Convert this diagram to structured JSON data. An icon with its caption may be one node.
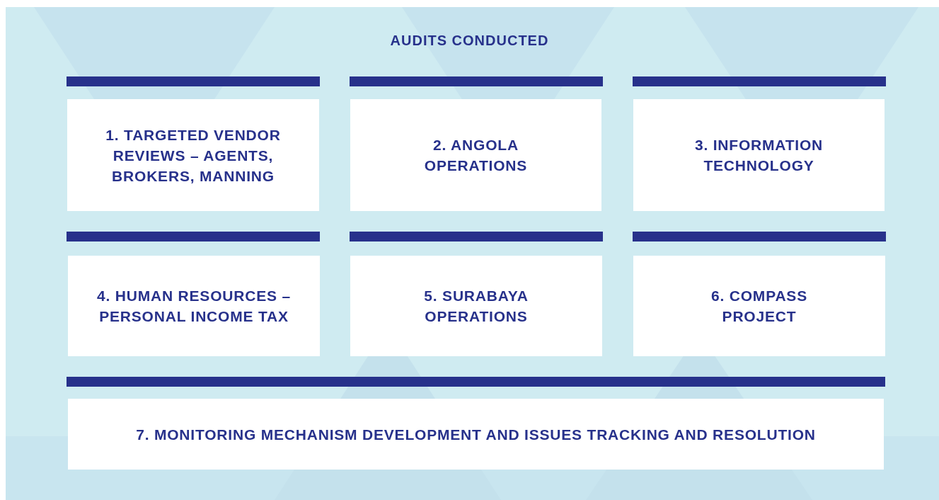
{
  "diagram": {
    "title": "AUDITS CONDUCTED",
    "nodes": [
      {
        "text": [
          "1. TARGETED VENDOR REVIEWS – AGENTS, BROKERS, MANNING"
        ]
      },
      {
        "text": [
          "2. ANGOLA OPERATIONS"
        ]
      },
      {
        "text": [
          "3. INFORMATION TECHNOLOGY"
        ]
      },
      {
        "text": [
          "4. HUMAN RESOURCES – PERSONAL INCOME TAX"
        ]
      },
      {
        "text": [
          "5. SURABAYA OPERATIONS"
        ]
      },
      {
        "text": [
          "6. COMPASS PROJECT"
        ]
      },
      {
        "text": [
          "7. MONITORING MECHANISM DEVELOPMENT AND ISSUES TRACKING AND RESOLUTION"
        ]
      }
    ]
  }
}
